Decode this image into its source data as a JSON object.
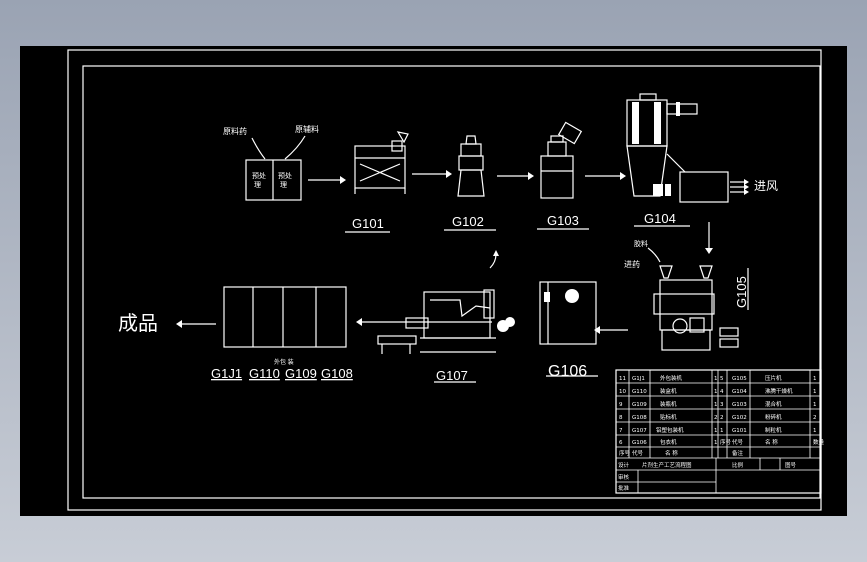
{
  "labels": {
    "g101": "G101",
    "g102": "G102",
    "g103": "G103",
    "g104": "G104",
    "g105": "G105",
    "g106": "G106",
    "g107": "G107",
    "g108": "G108",
    "g109": "G109",
    "g110": "G110",
    "g111": "G1J1",
    "product": "成品",
    "air_in": "进风",
    "raw1": "原料药",
    "raw2": "原辅料",
    "pre1a": "预处",
    "pre1b": "理",
    "pre2a": "预处",
    "pre2b": "理",
    "glue": "胶料",
    "feed": "进药",
    "film": "外包 装"
  },
  "table": {
    "rows": [
      {
        "n1": "11",
        "c1": "G1J1",
        "d1": "外包装机",
        "q1": "1",
        "n2": "5",
        "c2": "G105",
        "d2": "压片机",
        "q2": "1"
      },
      {
        "n1": "10",
        "c1": "G110",
        "d1": "装盒机",
        "q1": "1",
        "n2": "4",
        "c2": "G104",
        "d2": "沸腾干燥机",
        "q2": "1"
      },
      {
        "n1": "9",
        "c1": "G109",
        "d1": "装瓶机",
        "q1": "1",
        "n2": "3",
        "c2": "G103",
        "d2": "混合机",
        "q2": "1"
      },
      {
        "n1": "8",
        "c1": "G108",
        "d1": "贴标机",
        "q1": "2",
        "n2": "2",
        "c2": "G102",
        "d2": "粉碎机",
        "q2": "2"
      },
      {
        "n1": "7",
        "c1": "G107",
        "d1": "铝塑包装机",
        "q1": "1",
        "n2": "1",
        "c2": "G101",
        "d2": "制粒机",
        "q2": "1"
      },
      {
        "n1": "6",
        "c1": "G106",
        "d1": "包衣机",
        "q1": "1",
        "n2": "序号",
        "c2": "代号",
        "d2": "名 称",
        "q2": "数量"
      }
    ],
    "header": {
      "n": "序号",
      "c": "代号",
      "d": "名 称",
      "r": "备注"
    },
    "title": "片剂生产工艺流程图",
    "designer": "设计",
    "checker": "审核",
    "approve": "批准",
    "scale": "比例",
    "drawing_no": "图号"
  }
}
